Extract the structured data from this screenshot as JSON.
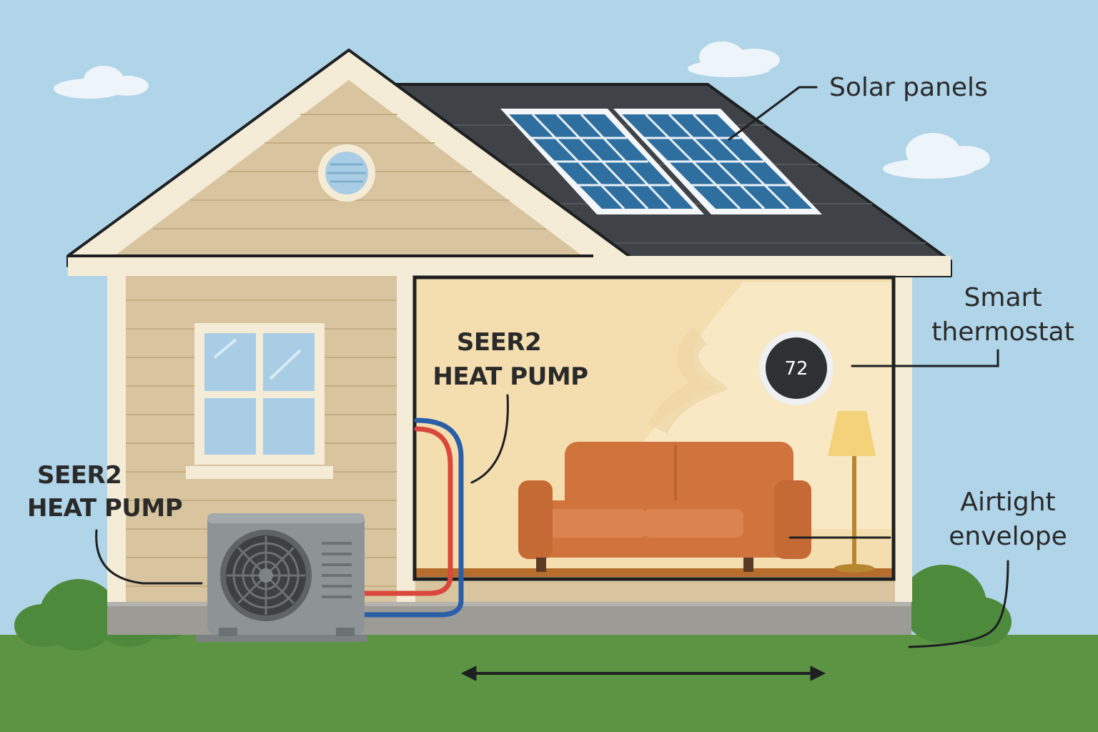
{
  "labels": {
    "solar_panels": "Solar panels",
    "smart_thermostat_line1": "Smart",
    "smart_thermostat_line2": "thermostat",
    "airtight_envelope_line1": "Airtight",
    "airtight_envelope_line2": "envelope",
    "heat_pump_interior_line1": "SEER2",
    "heat_pump_interior_line2": "HEAT PUMP",
    "heat_pump_outdoor_line1": "SEER2",
    "heat_pump_outdoor_line2": "HEAT PUMP"
  },
  "thermostat": {
    "temperature": "72"
  },
  "colors": {
    "sky": "#b0d4e8",
    "grass": "#5c9443",
    "siding": "#d8c49e",
    "trim": "#f5ecd7",
    "roof": "#3f4347",
    "solar_panel": "#2f6f9f",
    "interior_wall": "#f4deb0",
    "sofa": "#d0733c",
    "refrigerant_hot": "#d9483b",
    "refrigerant_cold": "#2a5fa8",
    "heat_pump_unit": "#8e9396"
  }
}
